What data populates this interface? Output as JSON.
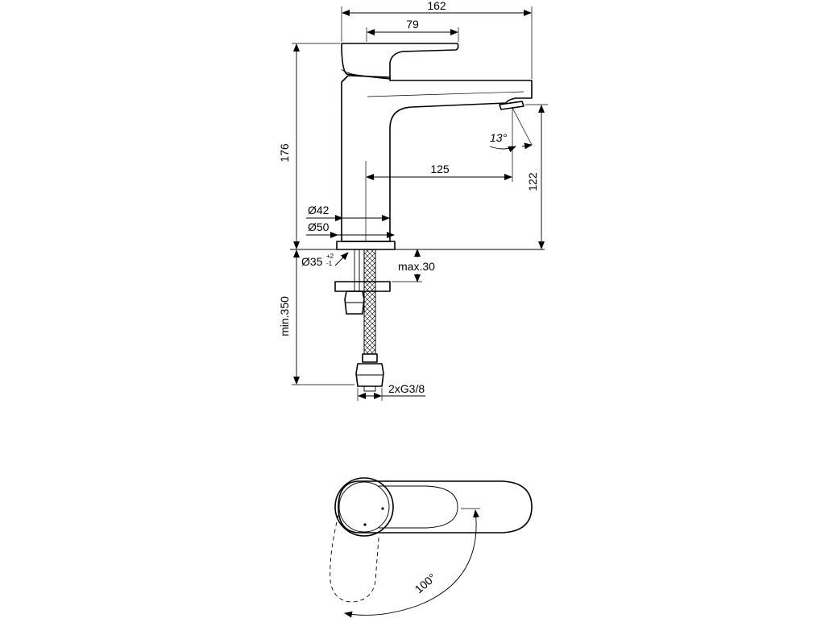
{
  "dimensions": {
    "overall_width": "162",
    "handle_width": "79",
    "overall_height": "176",
    "spout_reach": "125",
    "spout_height": "122",
    "spray_angle": "13°",
    "body_diameter": "Ø42",
    "base_diameter": "Ø50",
    "hole_diameter": "Ø35",
    "hole_tol_plus": "+2",
    "hole_tol_minus": "-1",
    "max_thickness": "max.30",
    "hose_length": "min.350",
    "connection": "2xG3/8",
    "handle_rotation": "100°"
  }
}
